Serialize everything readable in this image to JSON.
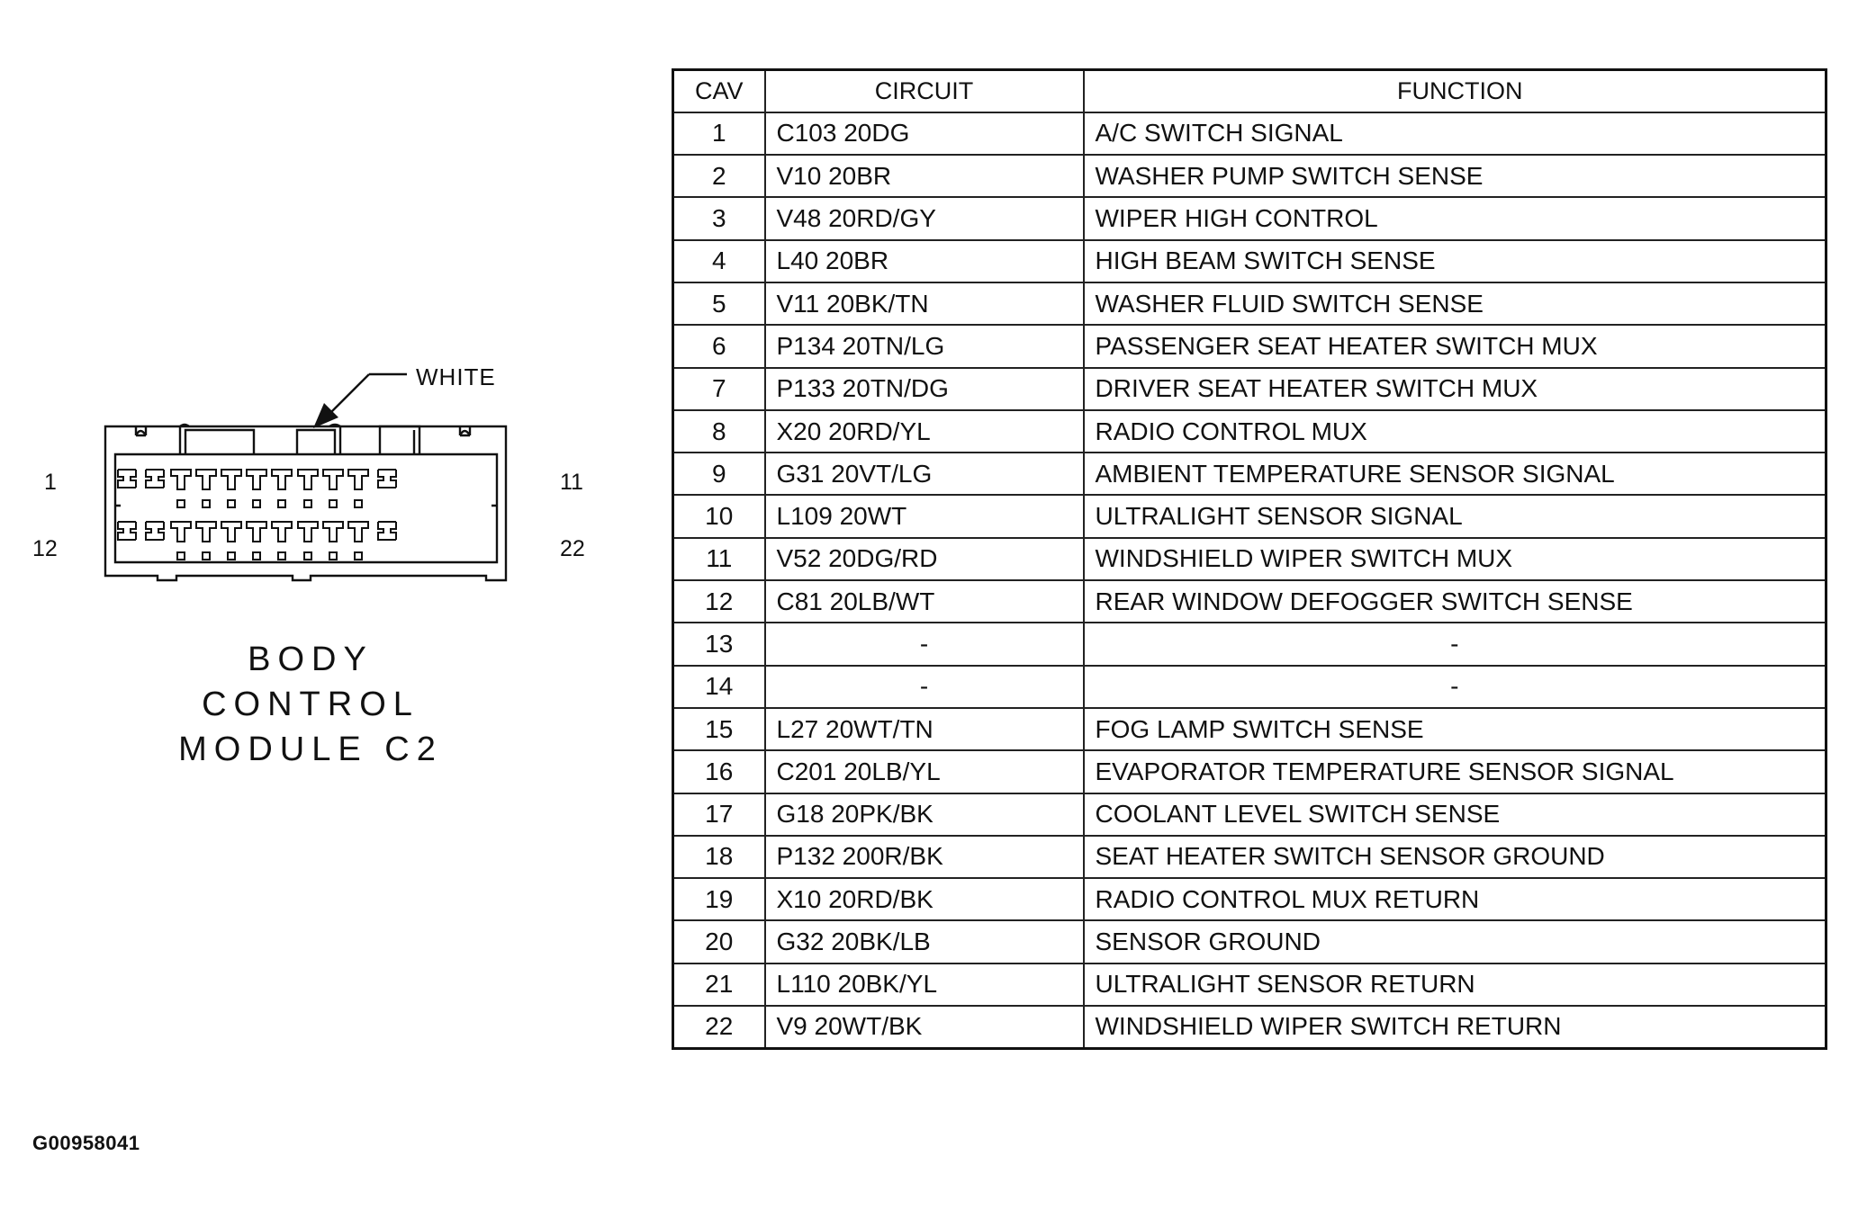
{
  "connector": {
    "color_label": "WHITE",
    "pin_labels": {
      "top_left": "1",
      "top_right": "11",
      "bottom_left": "12",
      "bottom_right": "22"
    },
    "name_lines": [
      "BODY",
      "CONTROL",
      "MODULE C2"
    ]
  },
  "figure_id": "G00958041",
  "table": {
    "headers": {
      "cav": "CAV",
      "circuit": "CIRCUIT",
      "function": "FUNCTION"
    },
    "rows": [
      {
        "cav": "1",
        "circuit": "C103 20DG",
        "function": "A/C SWITCH SIGNAL"
      },
      {
        "cav": "2",
        "circuit": "V10 20BR",
        "function": "WASHER PUMP SWITCH SENSE"
      },
      {
        "cav": "3",
        "circuit": "V48 20RD/GY",
        "function": "WIPER HIGH CONTROL"
      },
      {
        "cav": "4",
        "circuit": "L40 20BR",
        "function": "HIGH BEAM SWITCH SENSE"
      },
      {
        "cav": "5",
        "circuit": "V11 20BK/TN",
        "function": "WASHER FLUID SWITCH SENSE"
      },
      {
        "cav": "6",
        "circuit": "P134 20TN/LG",
        "function": "PASSENGER SEAT HEATER SWITCH MUX"
      },
      {
        "cav": "7",
        "circuit": "P133 20TN/DG",
        "function": "DRIVER SEAT HEATER SWITCH MUX"
      },
      {
        "cav": "8",
        "circuit": "X20 20RD/YL",
        "function": "RADIO CONTROL MUX"
      },
      {
        "cav": "9",
        "circuit": "G31 20VT/LG",
        "function": "AMBIENT TEMPERATURE SENSOR SIGNAL"
      },
      {
        "cav": "10",
        "circuit": "L109 20WT",
        "function": "ULTRALIGHT SENSOR SIGNAL"
      },
      {
        "cav": "11",
        "circuit": "V52 20DG/RD",
        "function": "WINDSHIELD WIPER SWITCH MUX"
      },
      {
        "cav": "12",
        "circuit": "C81 20LB/WT",
        "function": "REAR WINDOW DEFOGGER SWITCH SENSE"
      },
      {
        "cav": "13",
        "circuit": "-",
        "function": "-"
      },
      {
        "cav": "14",
        "circuit": "-",
        "function": "-"
      },
      {
        "cav": "15",
        "circuit": "L27 20WT/TN",
        "function": "FOG LAMP SWITCH SENSE"
      },
      {
        "cav": "16",
        "circuit": "C201 20LB/YL",
        "function": "EVAPORATOR TEMPERATURE SENSOR SIGNAL"
      },
      {
        "cav": "17",
        "circuit": "G18 20PK/BK",
        "function": "COOLANT LEVEL SWITCH SENSE"
      },
      {
        "cav": "18",
        "circuit": "P132 200R/BK",
        "function": "SEAT HEATER SWITCH SENSOR GROUND"
      },
      {
        "cav": "19",
        "circuit": "X10 20RD/BK",
        "function": "RADIO CONTROL MUX RETURN"
      },
      {
        "cav": "20",
        "circuit": "G32 20BK/LB",
        "function": "SENSOR GROUND"
      },
      {
        "cav": "21",
        "circuit": "L110 20BK/YL",
        "function": "ULTRALIGHT SENSOR RETURN"
      },
      {
        "cav": "22",
        "circuit": "V9 20WT/BK",
        "function": "WINDSHIELD WIPER SWITCH RETURN"
      }
    ]
  }
}
